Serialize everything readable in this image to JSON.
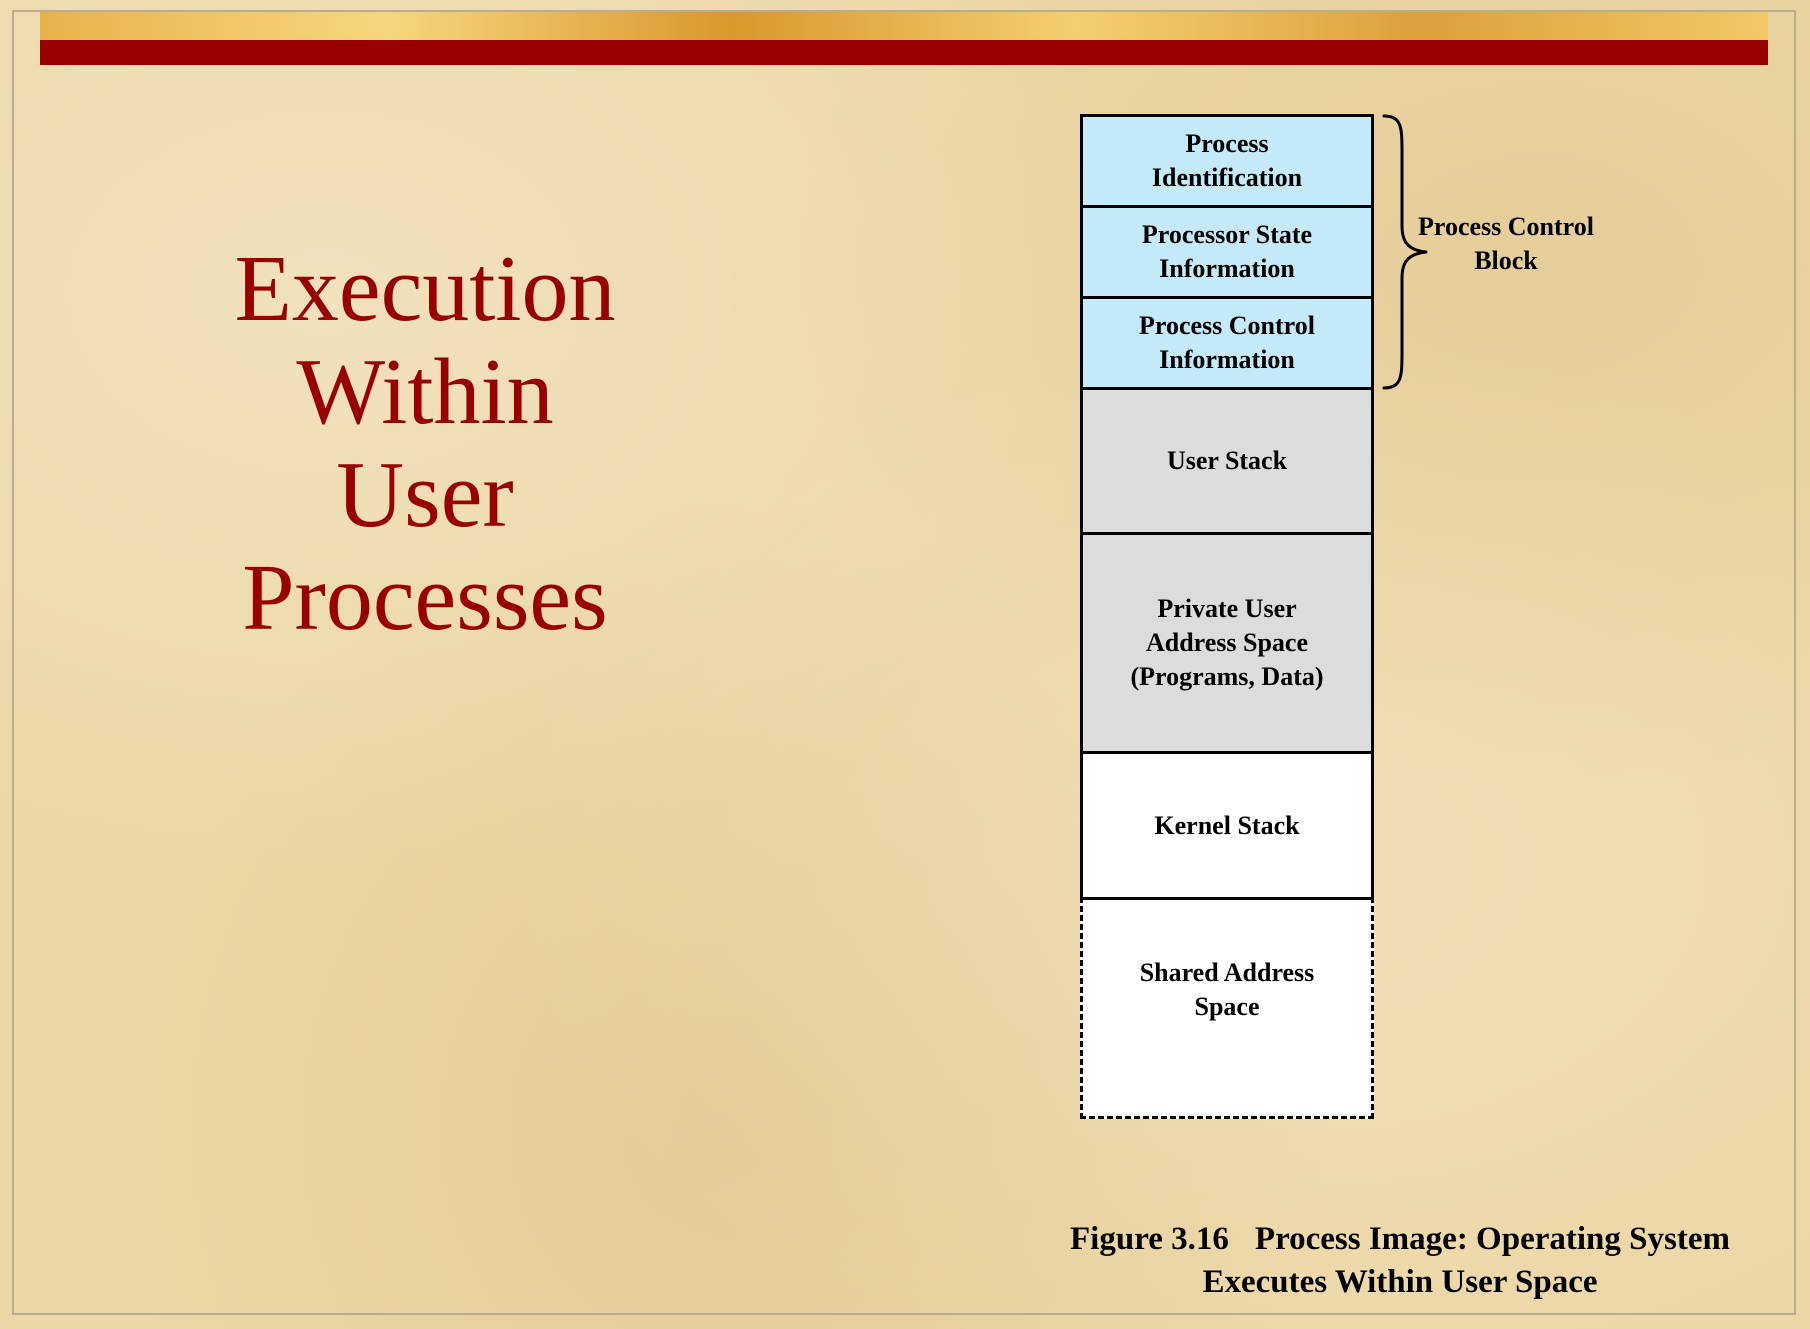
{
  "slide": {
    "title_lines": [
      "Execution",
      "Within",
      "User",
      "Processes"
    ],
    "colors": {
      "background": "#ecd7a6",
      "title": "#990000",
      "accent_bar": "#990000",
      "pcb_fill": "#c4e9f8",
      "user_fill": "#dcdcdc",
      "kernel_fill": "#ffffff"
    }
  },
  "diagram": {
    "blocks": [
      {
        "lines": [
          "Process",
          "Identification"
        ]
      },
      {
        "lines": [
          "Processor State",
          "Information"
        ]
      },
      {
        "lines": [
          "Process Control",
          "Information"
        ]
      },
      {
        "lines": [
          "User Stack"
        ]
      },
      {
        "lines": [
          "Private User",
          "Address Space",
          "(Programs, Data)"
        ]
      },
      {
        "lines": [
          "Kernel Stack"
        ]
      },
      {
        "lines": [
          "Shared Address",
          "Space"
        ]
      }
    ],
    "brace_label_lines": [
      "Process Control",
      "Block"
    ]
  },
  "caption": {
    "figure_number": "Figure 3.16",
    "line1": "Process Image: Operating System",
    "line2": "Executes Within User Space"
  }
}
